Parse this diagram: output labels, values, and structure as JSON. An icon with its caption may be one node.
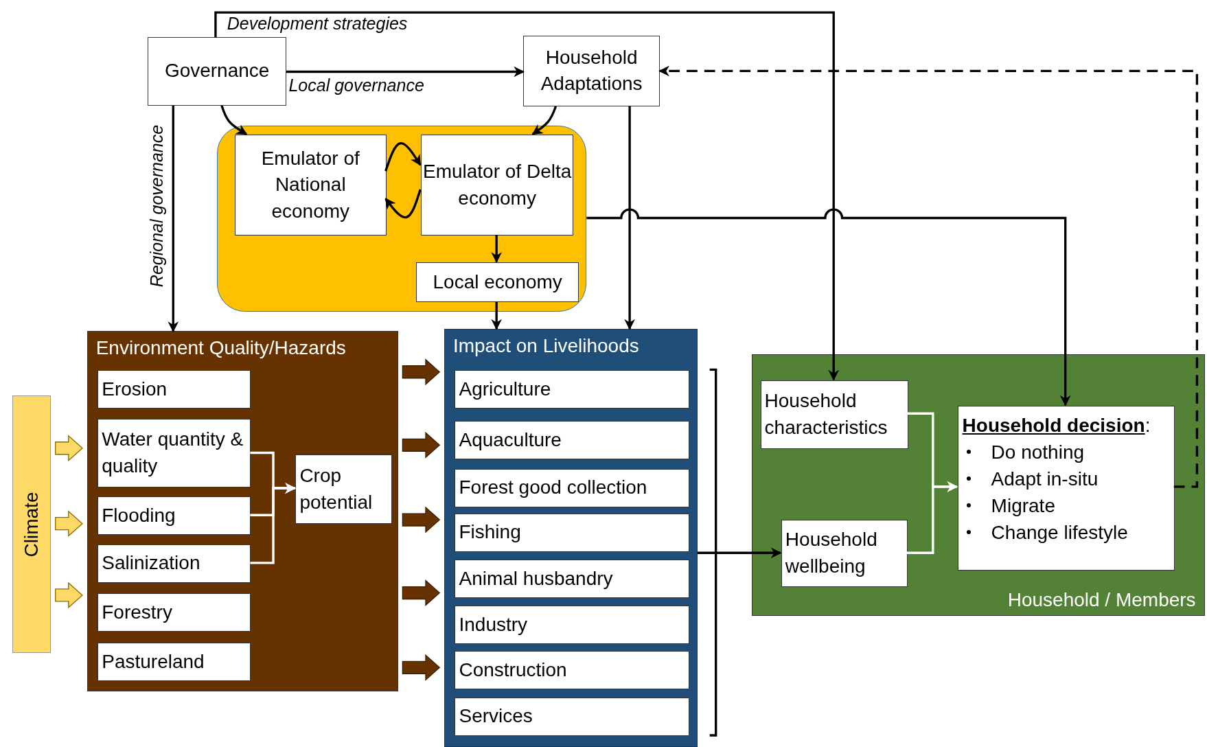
{
  "diagram": {
    "nodes": [
      {
        "text": [
          "Governance"
        ]
      },
      {
        "text": [
          "Household Adaptations"
        ]
      },
      {
        "text": [],
        "shape": "box"
      },
      {
        "text": [
          "Emulator of National economy"
        ],
        "in": 2
      },
      {
        "text": [
          "Emulator of Delta economy"
        ],
        "in": 2
      },
      {
        "text": [
          "Local economy"
        ],
        "in": 2
      },
      {
        "text": [
          "Environment Quality/Hazards"
        ]
      },
      {
        "text": [
          "Erosion"
        ],
        "in": 6
      },
      {
        "text": [
          "Water quantity & quality"
        ],
        "in": 6
      },
      {
        "text": [
          "Flooding"
        ],
        "in": 6
      },
      {
        "text": [
          "Salinization"
        ],
        "in": 6
      },
      {
        "text": [
          "Crop potential"
        ],
        "in": 6
      },
      {
        "text": [
          "Forestry"
        ],
        "in": 6
      },
      {
        "text": [
          "Pastureland"
        ],
        "in": 6
      },
      {
        "text": [
          "Impact on Livelihoods"
        ]
      },
      {
        "text": [
          "Agriculture"
        ],
        "in": 14
      },
      {
        "text": [
          "Aquaculture"
        ],
        "in": 14
      },
      {
        "text": [
          "Forest good collection"
        ],
        "in": 14
      },
      {
        "text": [
          "Fishing"
        ],
        "in": 14
      },
      {
        "text": [
          "Animal husbandry"
        ],
        "in": 14
      },
      {
        "text": [
          "Industry"
        ],
        "in": 14
      },
      {
        "text": [
          "Construction"
        ],
        "in": 14
      },
      {
        "text": [
          "Services"
        ],
        "in": 14
      },
      {
        "text": [
          "Household / Members"
        ]
      },
      {
        "text": [
          "Household characteristics"
        ],
        "in": 23
      },
      {
        "text": [
          "Household wellbeing"
        ],
        "in": 23
      },
      {
        "text": [
          "**Household decision**:",
          "Do nothing",
          "Adapt in-situ",
          "Migrate",
          "Change lifestyle"
        ],
        "in": 23
      },
      {
        "text": [
          "Climate"
        ]
      }
    ],
    "edges": [
      {
        "from": 0,
        "to": 1,
        "arrow": "to",
        "label": "Local governance"
      },
      {
        "from": 0,
        "to": 6,
        "arrow": "to",
        "label": "Regional governance"
      },
      {
        "from": 0,
        "to": 3,
        "arrow": "to"
      },
      {
        "from": 1,
        "to": 4,
        "arrow": "to"
      },
      {
        "from": 3,
        "to": 4,
        "arrow": "to"
      },
      {
        "from": 4,
        "to": 3,
        "arrow": "to"
      },
      {
        "from": 4,
        "to": 5,
        "arrow": "to"
      },
      {
        "from": 5,
        "to": 14,
        "arrow": "to"
      },
      {
        "from": 1,
        "to": 14,
        "arrow": "to"
      },
      {
        "from": 0,
        "to": 24,
        "arrow": "to",
        "label": "Development strategies"
      },
      {
        "from": 2,
        "to": 26,
        "arrow": "to"
      },
      {
        "from": 26,
        "to": 1,
        "arrow": "to",
        "style": "dashed"
      },
      {
        "from": 14,
        "to": 25,
        "arrow": "to"
      },
      {
        "from": 24,
        "to": 26,
        "arrow": "to",
        "color": "#ffffff"
      },
      {
        "from": 25,
        "to": 26,
        "arrow": "to",
        "color": "#ffffff"
      },
      {
        "from": 8,
        "to": 11,
        "arrow": "to",
        "color": "#ffffff"
      },
      {
        "from": 9,
        "to": 11,
        "arrow": "to",
        "color": "#ffffff"
      },
      {
        "from": 10,
        "to": 11,
        "arrow": "to",
        "color": "#ffffff"
      },
      {
        "from": 27,
        "to": 6,
        "arrow": "to",
        "style": "thick",
        "color": "#ffd966"
      },
      {
        "from": 27,
        "to": 6,
        "arrow": "to",
        "style": "thick",
        "color": "#ffd966"
      },
      {
        "from": 27,
        "to": 6,
        "arrow": "to",
        "style": "thick",
        "color": "#ffd966"
      },
      {
        "from": 6,
        "to": 14,
        "arrow": "to",
        "style": "thick",
        "color": "#663300"
      },
      {
        "from": 6,
        "to": 14,
        "arrow": "to",
        "style": "thick",
        "color": "#663300"
      },
      {
        "from": 6,
        "to": 14,
        "arrow": "to",
        "style": "thick",
        "color": "#663300"
      },
      {
        "from": 6,
        "to": 14,
        "arrow": "to",
        "style": "thick",
        "color": "#663300"
      },
      {
        "from": 6,
        "to": 14,
        "arrow": "to",
        "style": "thick",
        "color": "#663300"
      }
    ]
  }
}
